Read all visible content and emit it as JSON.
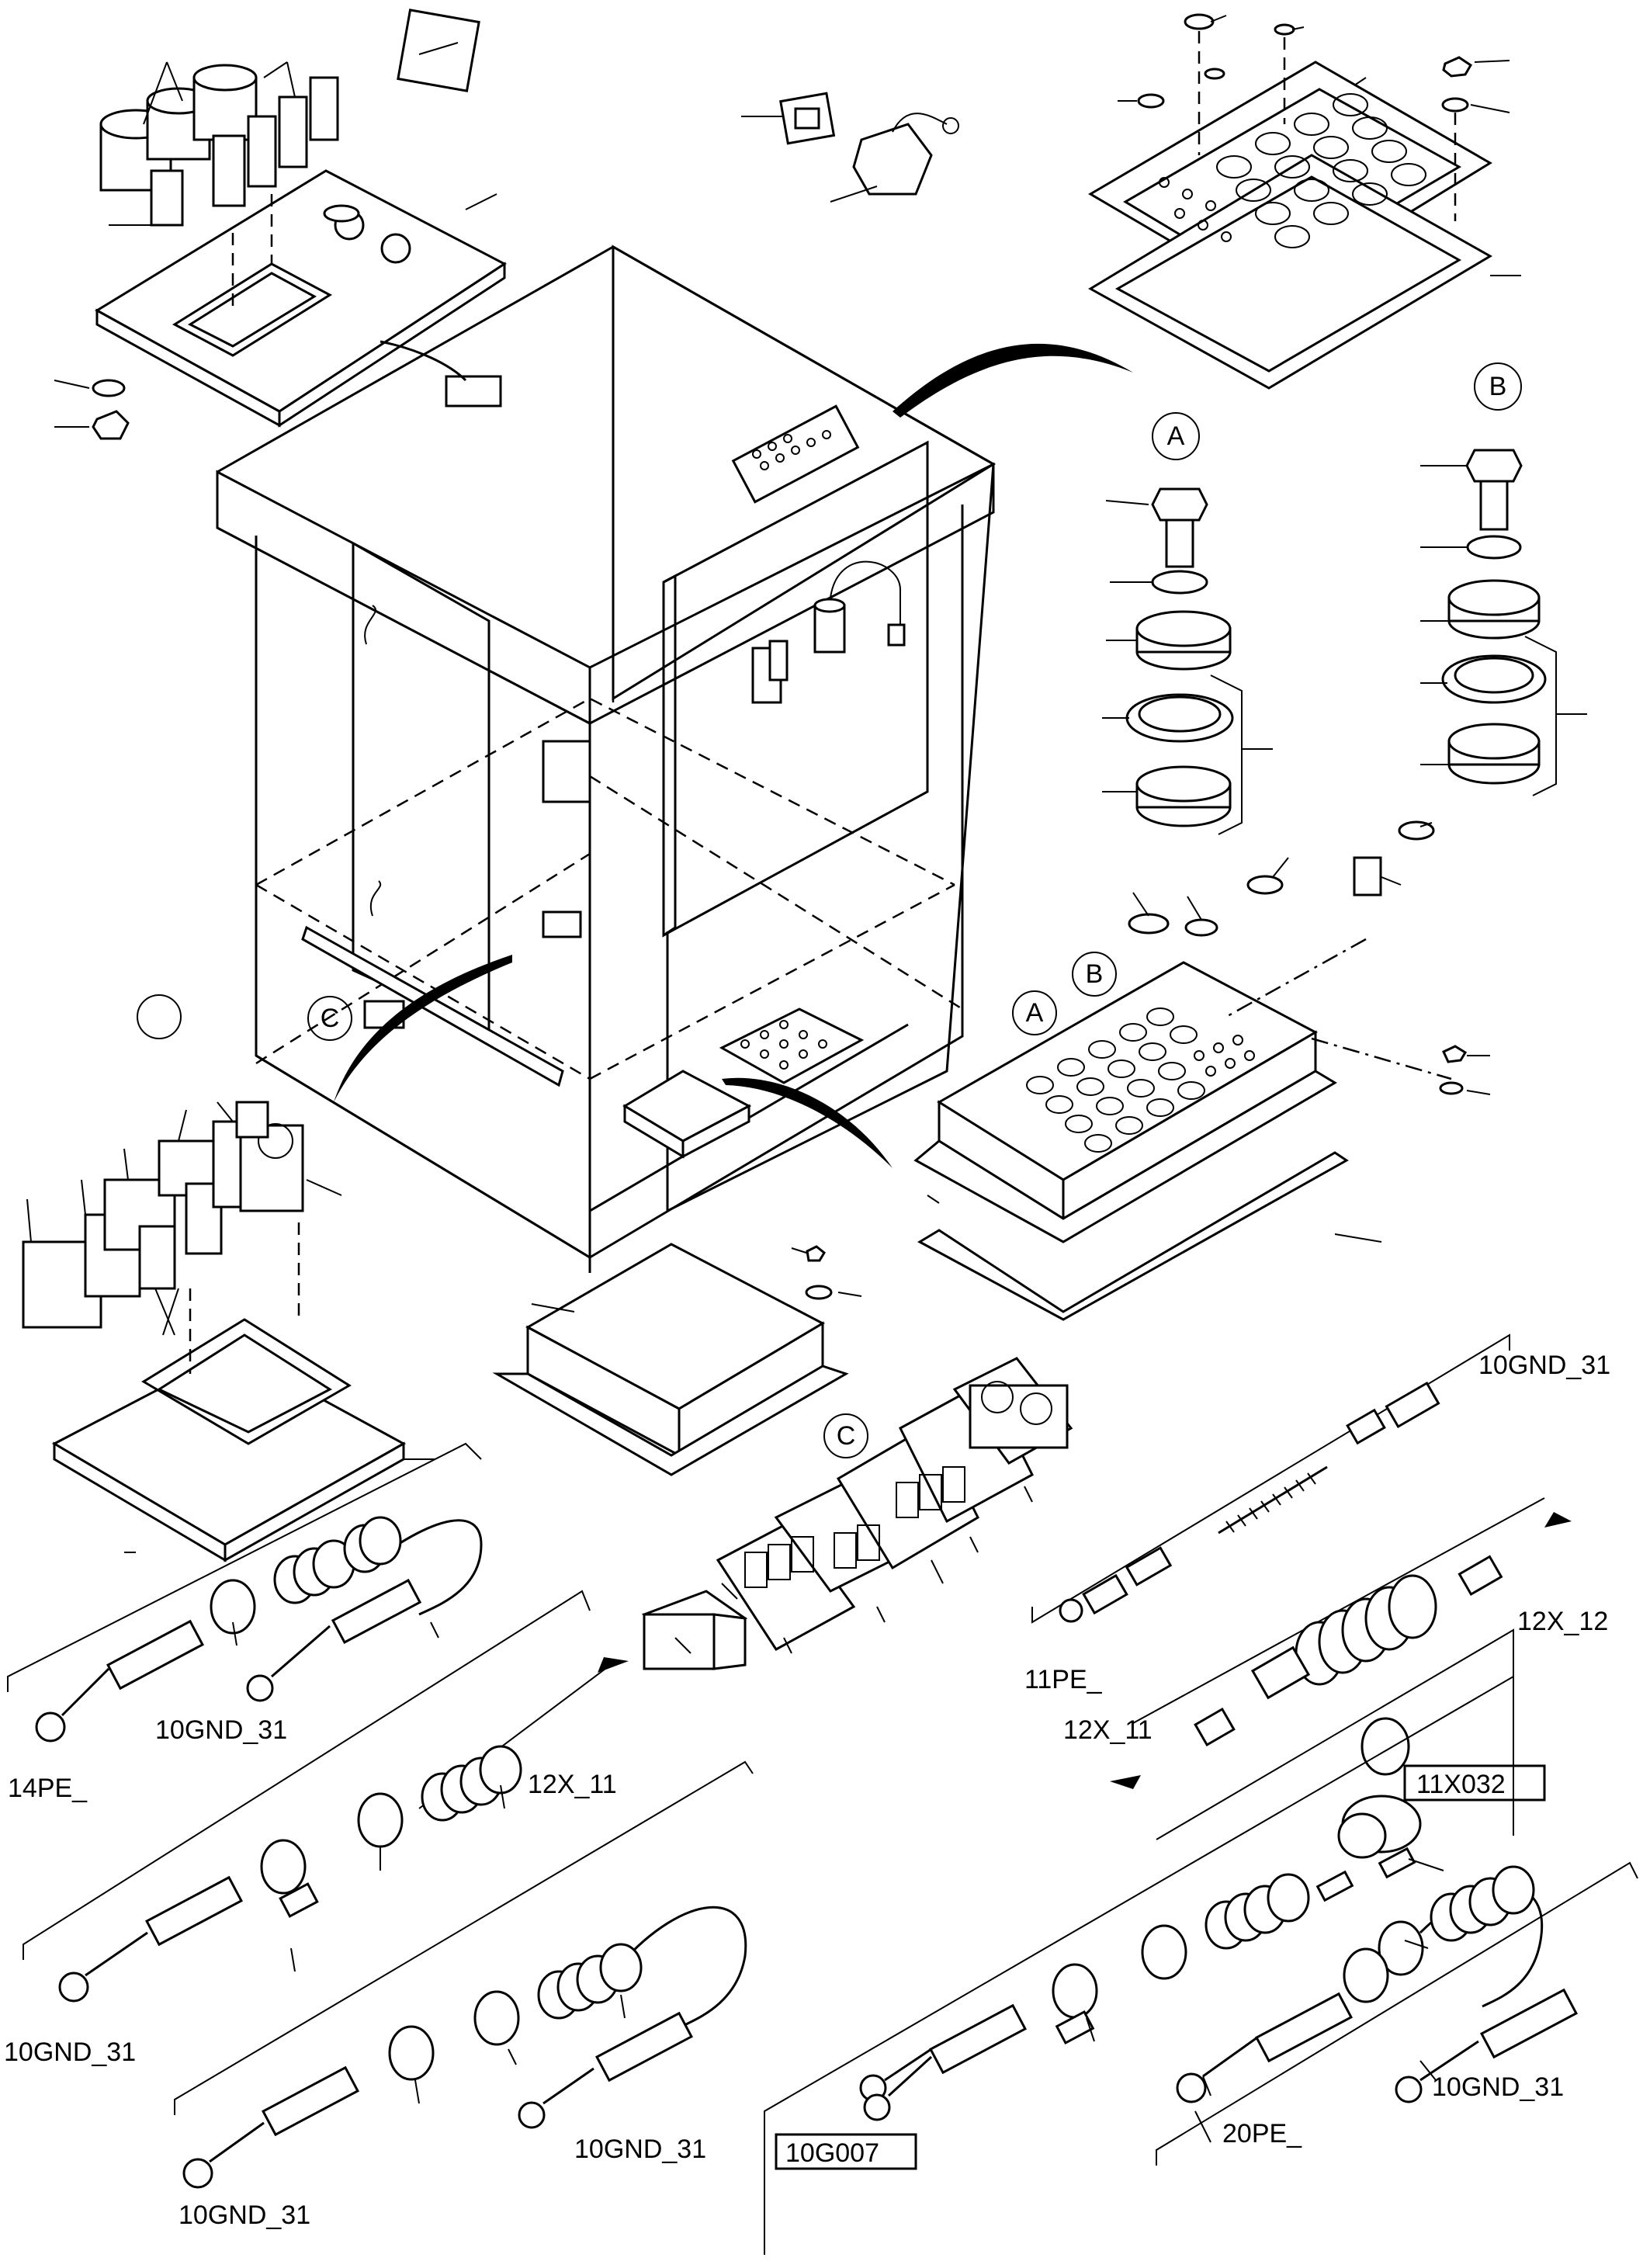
{
  "callouts": {
    "a_top": "A",
    "b_top": "B",
    "a_plate": "A",
    "b_plate": "B",
    "c_box": "C",
    "c_terminals": "C"
  },
  "labels": {
    "gnd_top_right": "10GND_31",
    "pe_11": "11PE_",
    "x12": "12X_12",
    "x11_right": "12X_11",
    "boxed_11x032": "11X032",
    "pe_14": "14PE_",
    "gnd_left": "10GND_31",
    "x11_mid": "12X_11",
    "gnd_lower_left": "10GND_31",
    "gnd_bottom_mid": "10GND_31",
    "gnd_bottom_left": "10GND_31",
    "boxed_10g007": "10G007",
    "pe_20": "20PE_",
    "gnd_bottom_right": "10GND_31"
  }
}
